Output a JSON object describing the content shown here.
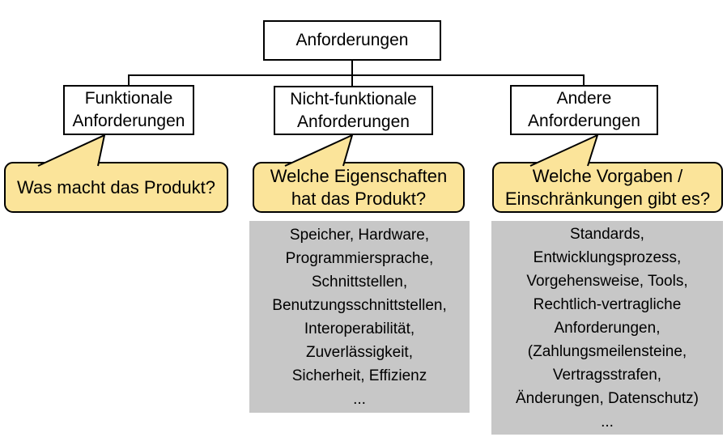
{
  "colors": {
    "background": "#ffffff",
    "box_border": "#000000",
    "callout_fill": "#fbe49a",
    "detail_fill": "#c7c7c7",
    "line": "#000000",
    "text": "#000000"
  },
  "tree": {
    "root": {
      "label": "Anforderungen"
    },
    "children": [
      {
        "label": "Funktionale\nAnforderungen"
      },
      {
        "label": "Nicht-funktionale\nAnforderungen"
      },
      {
        "label": "Andere\nAnforderungen"
      }
    ]
  },
  "callouts": [
    {
      "question": "Was macht das Produkt?"
    },
    {
      "question": "Welche Eigenschaften\nhat das Produkt?"
    },
    {
      "question": "Welche Vorgaben /\nEinschränkungen gibt es?"
    }
  ],
  "details": [
    {
      "lines": [
        "Speicher, Hardware,",
        "Programmiersprache,",
        "Schnittstellen,",
        "Benutzungsschnittstellen,",
        "Interoperabilität,",
        "Zuverlässigkeit,",
        "Sicherheit, Effizienz",
        "..."
      ]
    },
    {
      "lines": [
        "Standards,",
        "Entwicklungsprozess,",
        "Vorgehensweise, Tools,",
        "Rechtlich-vertragliche",
        "Anforderungen,",
        "(Zahlungsmeilensteine,",
        "Vertragsstrafen,",
        "Änderungen, Datenschutz)",
        "..."
      ]
    }
  ]
}
